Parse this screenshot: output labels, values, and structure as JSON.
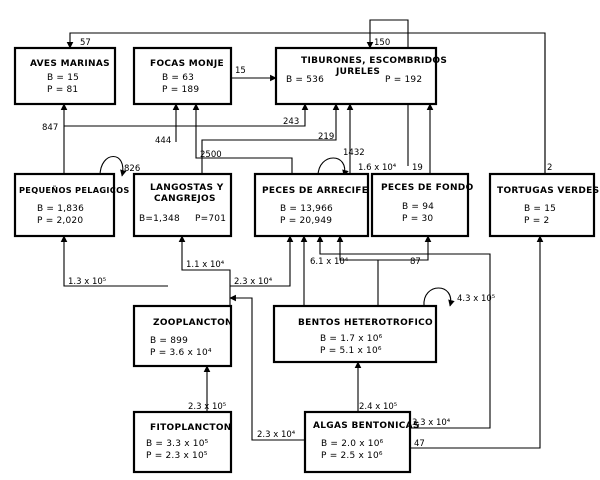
{
  "nodes": {
    "aves": {
      "name": "AVES MARINAS",
      "b": "B = 15",
      "p": "P = 81"
    },
    "focas": {
      "name": "FOCAS MONJE",
      "b": "B = 63",
      "p": "P = 189"
    },
    "tiburones": {
      "name1": "TIBURONES, ESCOMBRIDOS",
      "name2": "JURELES",
      "b": "B = 536",
      "p": "P = 192"
    },
    "pelagicos": {
      "name": "PEQUEÑOS PELAGICOS",
      "b": "B = 1,836",
      "p": "P = 2,020"
    },
    "langostas": {
      "name1": "LANGOSTAS Y",
      "name2": "CANGREJOS",
      "b": "B=1,348",
      "p": "P=701"
    },
    "arrecife": {
      "name": "PECES DE ARRECIFE",
      "b": "B = 13,966",
      "p": "P = 20,949"
    },
    "fondo": {
      "name": "PECES DE FONDO",
      "b": "B = 94",
      "p": "P = 30"
    },
    "tortugas": {
      "name": "TORTUGAS VERDES",
      "b": "B = 15",
      "p": "P = 2"
    },
    "zooplancton": {
      "name": "ZOOPLANCTON",
      "b": "B = 899",
      "p": "P = 3.6 x 10⁴"
    },
    "bentos": {
      "name": "BENTOS HETEROTROFICO",
      "b": "B = 1.7 x 10⁶",
      "p": "P = 5.1 x 10⁶"
    },
    "fitoplancton": {
      "name": "FITOPLANCTON",
      "b": "B = 3.3 x 10⁵",
      "p": "P = 2.3 x 10⁵"
    },
    "algas": {
      "name": "ALGAS BENTONICAS",
      "b": "B = 2.0 x 10⁶",
      "p": "P = 2.5 x 10⁶"
    }
  },
  "flows": {
    "f57": "57",
    "f150": "150",
    "f15": "15",
    "f847": "847",
    "f243": "243",
    "f444": "444",
    "f219": "219",
    "f2500": "2500",
    "f1432": "1432",
    "f826": "826",
    "f16e4": "1.6 x 10⁴",
    "f19": "19",
    "f2": "2",
    "f11e4": "1.1 x 10⁴",
    "f61e4": "6.1 x 10⁴",
    "f87": "87",
    "f13e5": "1.3 x 10⁵",
    "f23e4": "2.3 x 10⁴",
    "f43e5": "4.3 x 10⁵",
    "f23e5": "2.3 x 10⁵",
    "f24e5": "2.4 x 10⁵",
    "f23e4b": "2.3 x 10⁴",
    "f33e4": "3.3 x 10⁴",
    "f47": "47"
  }
}
